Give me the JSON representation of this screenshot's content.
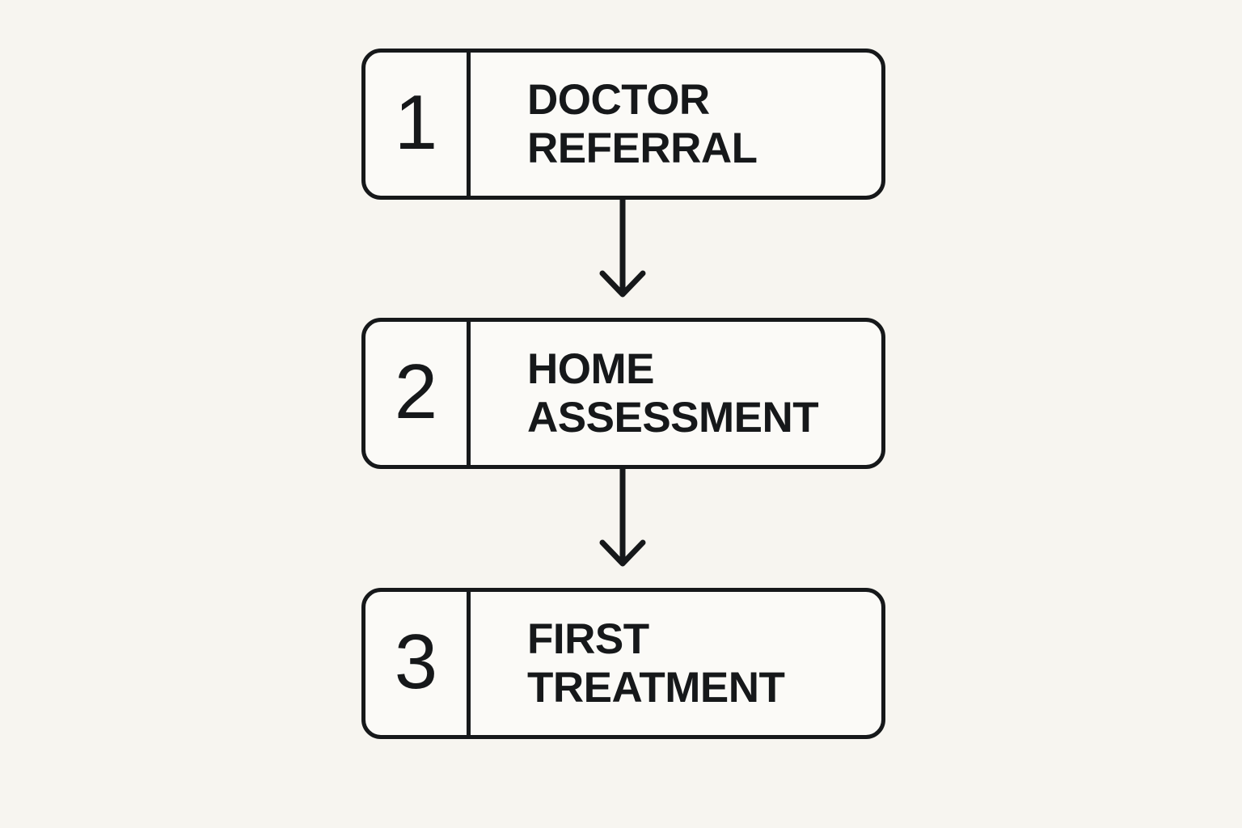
{
  "diagram": {
    "type": "vertical-flowchart",
    "title": "",
    "background_color": "#f7f5f0",
    "line_color": "#16181a",
    "box_fill_color": "#fbfaf7",
    "steps": [
      {
        "number": "1",
        "label_line_1": "DOCTOR",
        "label_line_2": "REFERRAL"
      },
      {
        "number": "2",
        "label_line_1": "HOME",
        "label_line_2": "ASSESSMENT"
      },
      {
        "number": "3",
        "label_line_1": "FIRST",
        "label_line_2": "TREATMENT"
      }
    ],
    "connectors": [
      {
        "from": "1",
        "to": "2",
        "style": "down-arrow"
      },
      {
        "from": "2",
        "to": "3",
        "style": "down-arrow"
      }
    ]
  }
}
